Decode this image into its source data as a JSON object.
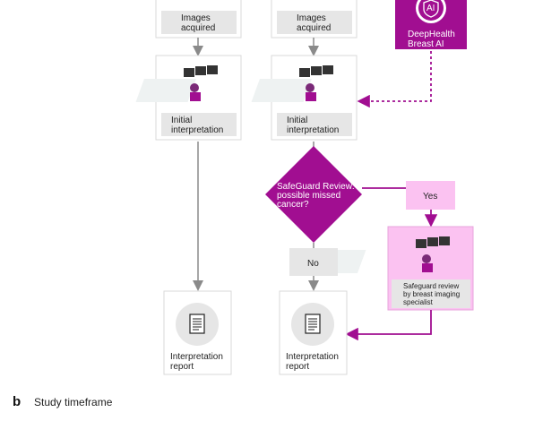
{
  "colors": {
    "magenta": "#a10e91",
    "pink_bg": "#fbc2f1",
    "grey_arrow": "#8a8a8a",
    "label_bg": "#e6e6e6",
    "card_border": "#d9d9d9"
  },
  "left_column": {
    "images_acquired": "Images acquired",
    "initial_interpretation": "Initial interpretation",
    "interpretation_report": "Interpretation report"
  },
  "right_column": {
    "images_acquired": "Images acquired",
    "initial_interpretation": "Initial interpretation",
    "interpretation_report": "Interpretation report"
  },
  "ai_box": {
    "icon_text": "AI",
    "label_line1": "DeepHealth",
    "label_line2": "Breast AI"
  },
  "decision": {
    "line1": "SafeGuard Review:",
    "line2": "possible missed",
    "line3": "cancer?",
    "yes": "Yes",
    "no": "No"
  },
  "safeguard_card": {
    "line1": "Safeguard review",
    "line2": "by breast imaging",
    "line3": "specialist"
  },
  "footer": {
    "letter": "b",
    "title": "Study timeframe"
  }
}
